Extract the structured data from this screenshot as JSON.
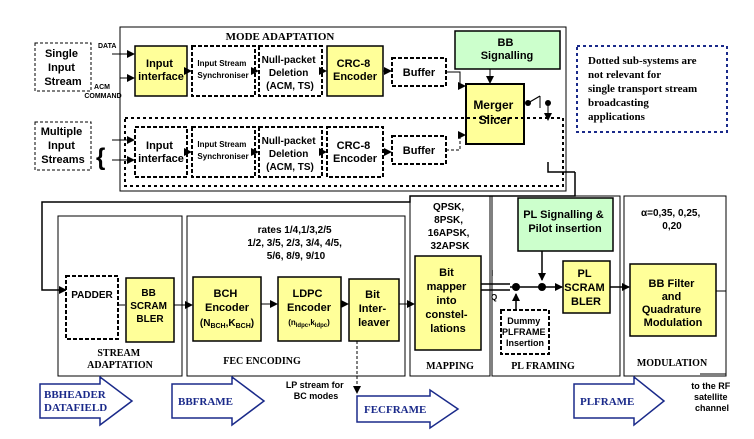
{
  "single_input": [
    "Single",
    "Input",
    "Stream"
  ],
  "multiple_input": [
    "Multiple",
    "Input",
    "Streams"
  ],
  "data_label": "DATA",
  "acm_command": [
    "ACM",
    "COMMAND"
  ],
  "mode_adaptation": {
    "title": "MODE ADAPTATION",
    "input_interface": [
      "Input",
      "interface"
    ],
    "sync": [
      "Input Stream",
      "Synchroniser"
    ],
    "null_packet": [
      "Null-packet",
      "Deletion",
      "(ACM, TS)"
    ],
    "crc": [
      "CRC-8",
      "Encoder"
    ],
    "buffer": "Buffer",
    "bb_signalling": [
      "BB",
      "Signalling"
    ],
    "merger": [
      "Merger",
      "Slicer"
    ],
    "null_packet_2": [
      "Null-packet",
      "Deletion",
      "(ACM, TS)"
    ]
  },
  "note": [
    "Dotted sub-systems are",
    "not relevant for",
    "single transport stream",
    "broadcasting",
    "applications"
  ],
  "stream_adaptation": {
    "padder": "PADDER",
    "bb_scrambler": [
      "BB",
      "SCRAM",
      "BLER"
    ],
    "title": [
      "STREAM",
      "ADAPTATION"
    ]
  },
  "fec": {
    "rates": [
      "rates 1/4,1/3,2/5",
      "1/2, 3/5, 2/3, 3/4, 4/5,",
      "5/6, 8/9, 9/10"
    ],
    "bch": [
      "BCH",
      "Encoder",
      "(N",
      "BCH",
      ",K",
      "BCH",
      ")"
    ],
    "ldpc": [
      "LDPC",
      "Encoder",
      "(n",
      "ldpc",
      ",k",
      "ldpc",
      ")"
    ],
    "interleaver": [
      "Bit",
      "Inter-",
      "leaver"
    ],
    "title": "FEC ENCODING",
    "lp_stream": [
      "LP stream for",
      "BC modes"
    ]
  },
  "mapping": {
    "modulations": [
      "QPSK,",
      "8PSK,",
      "16APSK,",
      "32APSK"
    ],
    "mapper": [
      "Bit",
      "mapper",
      "into",
      "constel-",
      "lations"
    ],
    "title": "MAPPING",
    "i_label": "I",
    "q_label": "Q"
  },
  "pl_framing": {
    "signalling": [
      "PL Signalling &",
      "Pilot insertion"
    ],
    "dummy": [
      "Dummy",
      "PLFRAME",
      "Insertion"
    ],
    "scrambler": [
      "PL",
      "SCRAM",
      "BLER"
    ],
    "title": "PL FRAMING"
  },
  "modulation": {
    "alpha": [
      "α=0,35, 0,25,",
      "0,20"
    ],
    "filter": [
      "BB Filter",
      "and",
      "Quadrature",
      "Modulation"
    ],
    "title": "MODULATION",
    "rf": [
      "to the RF",
      "satellite",
      "channel"
    ]
  },
  "frames": {
    "bbheader": [
      "BBHEADER",
      "DATAFIELD"
    ],
    "bbframe": "BBFRAME",
    "fecframe": "FECFRAME",
    "plframe": "PLFRAME"
  },
  "colors": {
    "block_fill": "#ffff99",
    "signalling_fill": "#ccffcc",
    "frame_text": "#1a2a8a"
  }
}
